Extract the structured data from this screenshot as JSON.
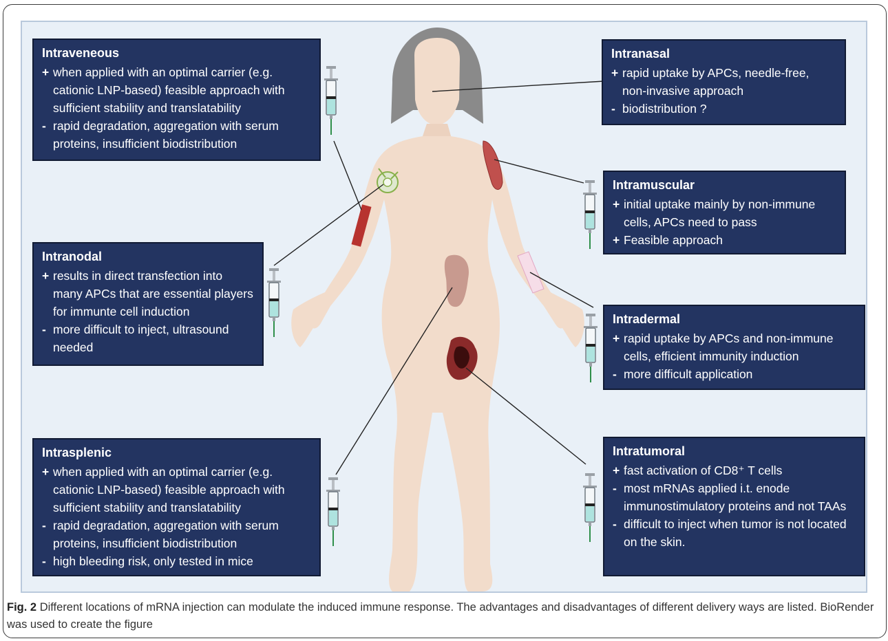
{
  "boxes": {
    "intravenous": {
      "title": "Intraveneous",
      "points": [
        {
          "sign": "+",
          "text": "when applied with an optimal carrier (e.g. cationic LNP-based) feasible approach with sufficient stability and translatability"
        },
        {
          "sign": "-",
          "text": "rapid degradation, aggregation with serum proteins, insufficient biodistribution"
        }
      ]
    },
    "intranasal": {
      "title": "Intranasal",
      "points": [
        {
          "sign": "+",
          "text": "rapid uptake by APCs, needle-free, non-invasive approach"
        },
        {
          "sign": "-",
          "text": "biodistribution ?"
        }
      ]
    },
    "intramuscular": {
      "title": "Intramuscular",
      "points": [
        {
          "sign": "+",
          "text": "initial uptake mainly by non-immune cells, APCs need to pass"
        },
        {
          "sign": "+",
          "text": "Feasible approach"
        }
      ]
    },
    "intranodal": {
      "title": "Intranodal",
      "points": [
        {
          "sign": "+",
          "text": "results in direct transfection into many APCs that are essential players for immunte cell induction"
        },
        {
          "sign": "-",
          "text": "more difficult to inject, ultrasound needed"
        }
      ]
    },
    "intradermal": {
      "title": "Intradermal",
      "points": [
        {
          "sign": "+",
          "text": "rapid uptake by APCs and non-immune cells, efficient immunity induction"
        },
        {
          "sign": "-",
          "text": "more difficult application"
        }
      ]
    },
    "intrasplenic": {
      "title": "Intrasplenic",
      "points": [
        {
          "sign": "+",
          "text": "when applied with an optimal carrier (e.g. cationic LNP-based) feasible approach with sufficient stability and translatability"
        },
        {
          "sign": "-",
          "text": "rapid degradation, aggregation with serum proteins, insufficient  biodistribution"
        },
        {
          "sign": "-",
          "text": "high bleeding risk, only tested in mice"
        }
      ]
    },
    "intratumoral": {
      "title": "Intratumoral",
      "points": [
        {
          "sign": "+",
          "text": "fast activation of CD8⁺ T cells"
        },
        {
          "sign": "-",
          "text": "most mRNAs applied i.t. enode immunostimulatory proteins and not TAAs"
        },
        {
          "sign": "-",
          "text": "difficult to inject when tumor is not located on the skin."
        }
      ]
    }
  },
  "caption": {
    "label": "Fig. 2",
    "text": "Different locations of mRNA injection can modulate the induced immune response. The advantages and disadvantages of different delivery ways are listed. BioRender was used to create the figure"
  },
  "colors": {
    "box_fill": "#233461",
    "panel_bg": "#e9f0f7",
    "skin": "#f2dccb",
    "hair": "#8a8a8a"
  }
}
